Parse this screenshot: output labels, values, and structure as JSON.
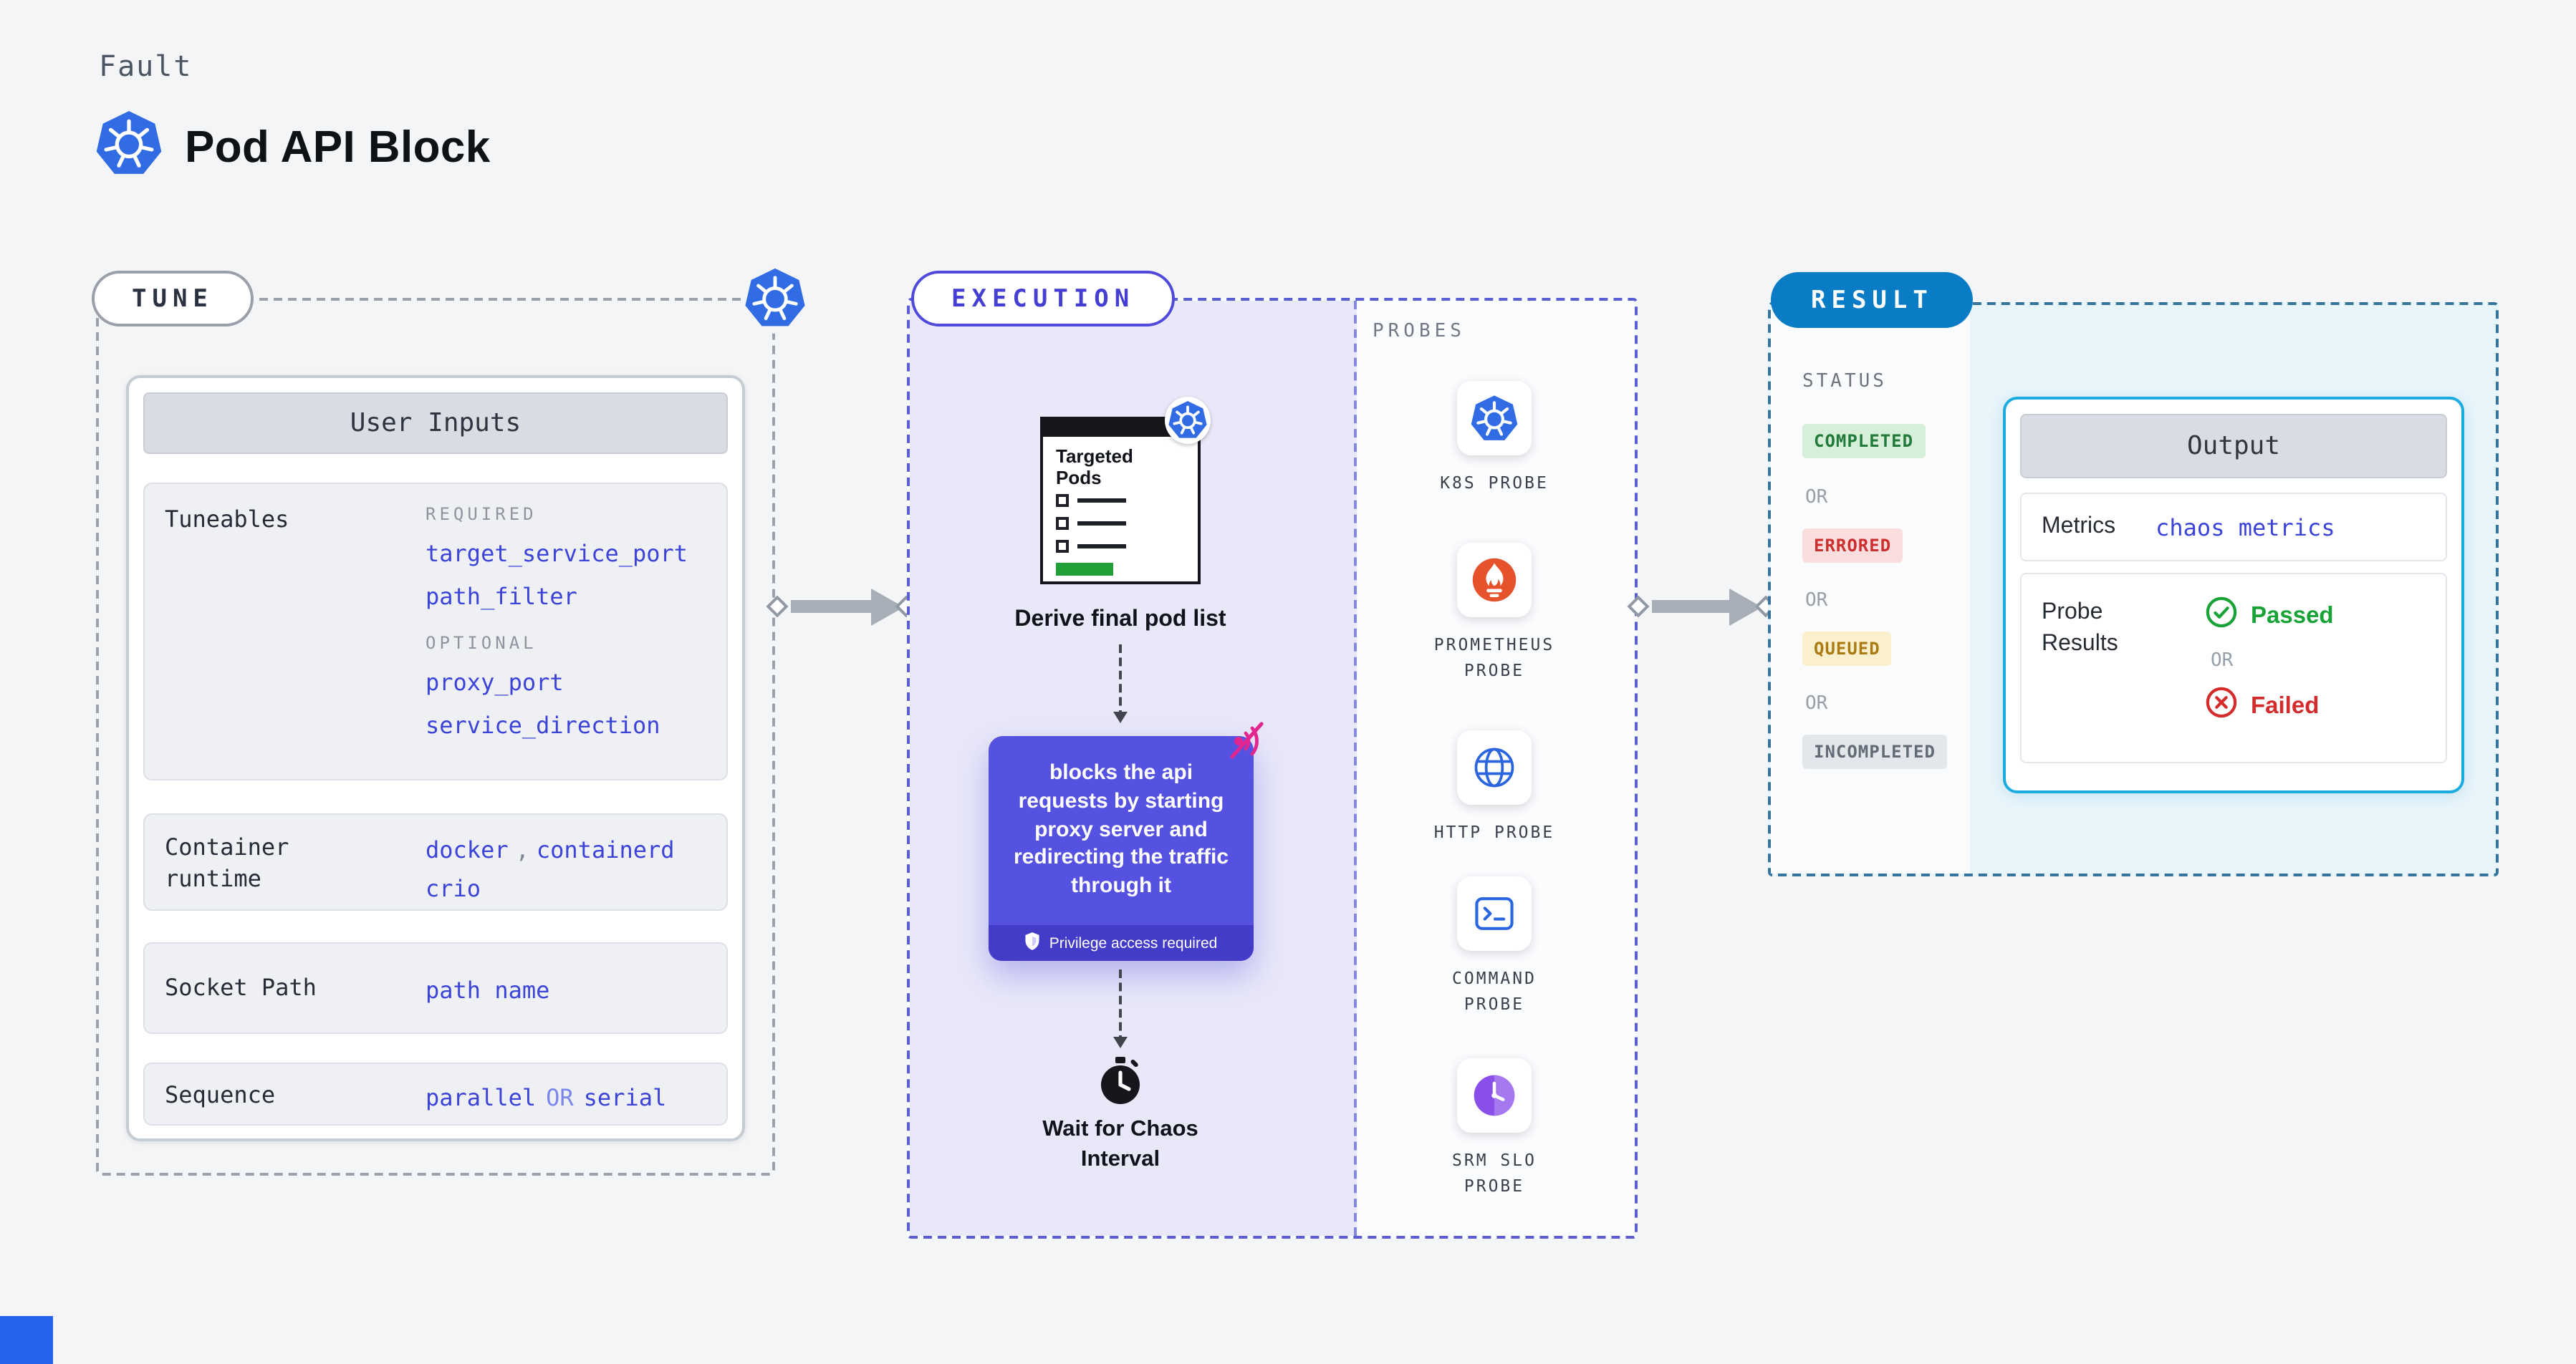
{
  "colors": {
    "background": "#f4f5f7",
    "kubernetes_blue": "#326ce5",
    "link_blue": "#3b43d8",
    "execution_purple": "#5551e1",
    "execution_border": "#5a5ed2",
    "result_badge_blue": "#0a7cc6",
    "output_border_cyan": "#1aace0",
    "passed_green": "#17a335",
    "failed_red": "#d42c2c",
    "prometheus_orange": "#e6522c",
    "blocked_pink": "#e3268f"
  },
  "header": {
    "kicker": "Fault",
    "title": "Pod API Block"
  },
  "tune": {
    "badge": "TUNE",
    "card_title": "User Inputs",
    "tuneables": {
      "label": "Tuneables",
      "required_label": "REQUIRED",
      "required": [
        "target_service_port",
        "path_filter"
      ],
      "optional_label": "OPTIONAL",
      "optional": [
        "proxy_port",
        "service_direction"
      ]
    },
    "container_runtime": {
      "label": "Container runtime",
      "values": [
        "docker",
        "containerd",
        "crio"
      ],
      "separator": ","
    },
    "socket_path": {
      "label": "Socket Path",
      "value": "path name"
    },
    "sequence": {
      "label": "Sequence",
      "parts": [
        "parallel",
        "OR",
        "serial"
      ]
    }
  },
  "execution": {
    "badge": "EXECUTION",
    "targeted_pods_title": "Targeted Pods",
    "derive_label": "Derive final pod list",
    "action_text": "blocks the api requests by starting proxy server and redirecting the traffic through it",
    "privilege_note": "Privilege access required",
    "wait_label": "Wait for Chaos Interval"
  },
  "probes": {
    "title": "PROBES",
    "items": [
      {
        "label": "K8S PROBE",
        "icon": "kubernetes-icon"
      },
      {
        "label": "PROMETHEUS PROBE",
        "icon": "prometheus-icon"
      },
      {
        "label": "HTTP PROBE",
        "icon": "globe-icon"
      },
      {
        "label": "COMMAND PROBE",
        "icon": "terminal-icon"
      },
      {
        "label": "SRM SLO PROBE",
        "icon": "gauge-clock-icon"
      }
    ]
  },
  "result": {
    "badge": "RESULT",
    "status_title": "STATUS",
    "statuses": [
      "COMPLETED",
      "ERRORED",
      "QUEUED",
      "INCOMPLETED"
    ],
    "or_separator": "OR",
    "output": {
      "title": "Output",
      "metrics_label": "Metrics",
      "metrics_value": "chaos metrics",
      "probe_results_label": "Probe Results",
      "passed_label": "Passed",
      "or_label": "OR",
      "failed_label": "Failed"
    }
  }
}
